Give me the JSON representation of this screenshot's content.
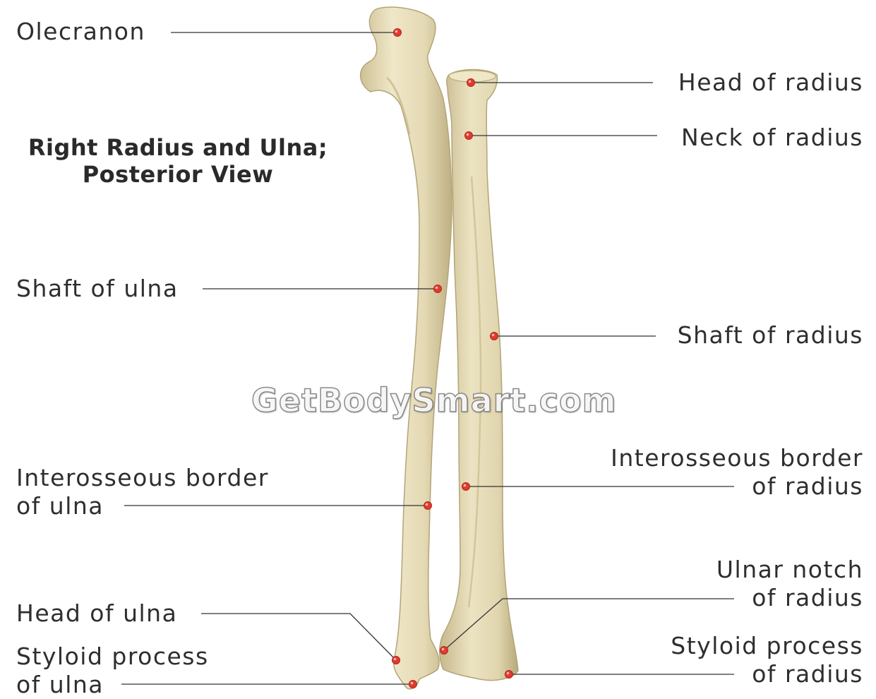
{
  "title": {
    "line1": "Right Radius and Ulna;",
    "line2": "Posterior View"
  },
  "watermark": "GetBodySmart.com",
  "labels": {
    "olecranon": {
      "line1": "Olecranon"
    },
    "head_of_radius": {
      "line1": "Head of radius"
    },
    "neck_of_radius": {
      "line1": "Neck of radius"
    },
    "shaft_of_ulna": {
      "line1": "Shaft of ulna"
    },
    "shaft_of_radius": {
      "line1": "Shaft of radius"
    },
    "interosseous_border_of_radius": {
      "line1": "Interosseous border",
      "line2": "of radius"
    },
    "interosseous_border_of_ulna": {
      "line1": "Interosseous border",
      "line2": "of ulna"
    },
    "ulnar_notch_of_radius": {
      "line1": "Ulnar notch",
      "line2": "of radius"
    },
    "head_of_ulna": {
      "line1": "Head of ulna"
    },
    "styloid_process_of_radius": {
      "line1": "Styloid process",
      "line2": "of radius"
    },
    "styloid_process_of_ulna": {
      "line1": "Styloid process",
      "line2": "of ulna"
    }
  },
  "colors": {
    "bone_fill": "#e8dfbf",
    "bone_shade": "#c9bb8e",
    "bone_outline": "#b3a478",
    "leader_line": "#333333",
    "marker": "#e03a2f"
  }
}
